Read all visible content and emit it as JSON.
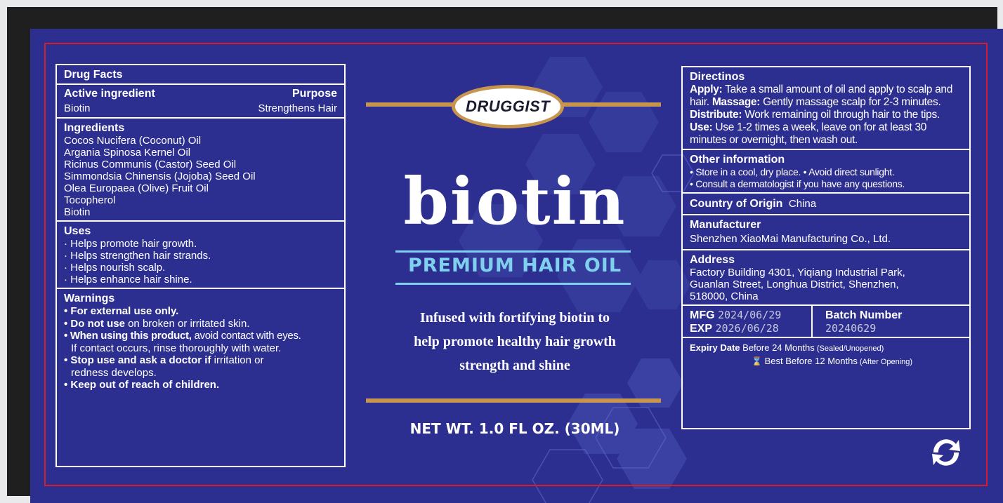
{
  "colors": {
    "background": "#2c2f8f",
    "accent_gold": "#c8954e",
    "accent_blue": "#7fd0ef",
    "border_red": "#d21f2e"
  },
  "brand": "DRUGGIST",
  "product_name": "biotin",
  "subtitle": "PREMIUM HAIR OIL",
  "description": [
    "Infused with fortifying biotin to",
    "help promote healthy hair growth",
    "strength and shine"
  ],
  "net_weight": "NET WT. 1.0 FL OZ. (30ML)",
  "drug_facts": {
    "title": "Drug Facts",
    "active_header": "Active ingredient",
    "purpose_header": "Purpose",
    "active_ingredient": "Biotin",
    "purpose": "Strengthens Hair"
  },
  "ingredients": {
    "title": "Ingredients",
    "items": [
      "Cocos Nucifera (Coconut) Oil",
      "Argania Spinosa Kernel Oil",
      "Ricinus Communis (Castor) Seed Oil",
      "Simmondsia Chinensis (Jojoba) Seed Oil",
      "Olea Europaea (Olive) Fruit Oil",
      "Tocopherol",
      "Biotin"
    ]
  },
  "uses": {
    "title": "Uses",
    "items": [
      "· Helps promote hair growth.",
      "· Helps strengthen hair strands.",
      "· Helps nourish scalp.",
      "· Helps enhance hair shine."
    ]
  },
  "warnings": {
    "title": "Warnings",
    "w1_bold": "• For external use only.",
    "w2_bold": "• Do not use",
    "w2_rest": " on broken or irritated skin.",
    "w3_bold": "• When using this product,",
    "w3_rest": " avoid contact with eyes.",
    "w3_cont": "If contact occurs, rinse thoroughly with water.",
    "w4_bold": "• Stop use and ask a doctor if",
    "w4_rest": " irritation or",
    "w4_cont": "redness develops.",
    "w5_bold": "• Keep out of reach of children."
  },
  "directions": {
    "title": "Directinos",
    "apply_label": "Apply:",
    "apply_text": " Take a small amount of oil and apply to scalp and hair. ",
    "massage_label": "Massage:",
    "massage_text": " Gently massage scalp for 2-3 minutes. ",
    "distribute_label": "Distribute:",
    "distribute_text": " Work remaining oil through hair to the tips. ",
    "use_label": "Use:",
    "use_text": " Use 1-2 times a week, leave on for at least 30 minutes or overnight, then wash out."
  },
  "other_info": {
    "title": "Other information",
    "line1": "• Store in a cool, dry place. • Avoid direct sunlight.",
    "line2": "• Consult a dermatologist if you have any questions."
  },
  "origin": {
    "label": "Country of Origin",
    "value": "China"
  },
  "manufacturer": {
    "title": "Manufacturer",
    "value": "Shenzhen XiaoMai Manufacturing Co., Ltd."
  },
  "address": {
    "title": "Address",
    "lines": [
      "Factory Building 4301, Yiqiang Industrial Park,",
      "Guanlan Street, Longhua District, Shenzhen,",
      "518000, China"
    ]
  },
  "dates": {
    "mfg_label": "MFG",
    "mfg_value": "2024/06/29",
    "exp_label": "EXP",
    "exp_value": "2026/06/28",
    "batch_label": "Batch Number",
    "batch_value": "20240629"
  },
  "expiry": {
    "label": "Expiry Date",
    "line1_main": " Before 24 Months",
    "line1_small": " (Sealed/Unopened)",
    "line2_main": "Best Before 12 Months",
    "line2_small": " (After Opening)"
  },
  "icons": [
    "hourglass-icon",
    "recycle-icon"
  ]
}
